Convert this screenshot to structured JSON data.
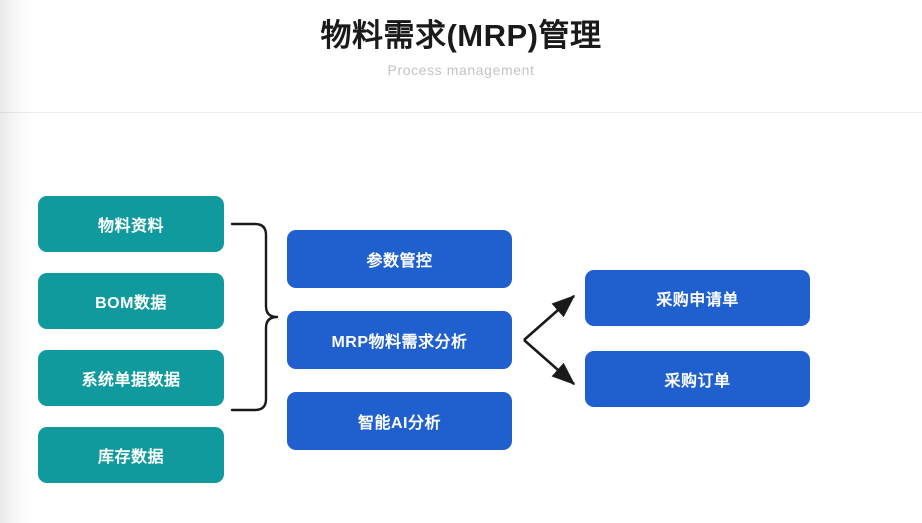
{
  "header": {
    "title": "物料需求(MRP)管理",
    "subtitle": "Process management"
  },
  "colors": {
    "teal": "#109a9e",
    "blue": "#1f5fce",
    "title_text": "#1a1a1a",
    "subtitle_text": "#c3c3c3",
    "divider": "#ececec",
    "connector": "#1a1a1a",
    "node_text": "#ffffff",
    "background": "#ffffff"
  },
  "diagram": {
    "type": "process-flow",
    "inputs": {
      "group_label": "",
      "items": [
        {
          "label": "物料资料"
        },
        {
          "label": "BOM数据"
        },
        {
          "label": "系统单据数据"
        },
        {
          "label": "库存数据"
        }
      ]
    },
    "process": {
      "items": [
        {
          "label": "参数管控"
        },
        {
          "label": "MRP物料需求分析"
        },
        {
          "label": "智能AI分析"
        }
      ]
    },
    "outputs": {
      "items": [
        {
          "label": "采购申请单"
        },
        {
          "label": "采购订单"
        }
      ]
    },
    "connectors": [
      {
        "name": "input-group-brace",
        "kind": "curly-brace",
        "from": "inputs",
        "to": "process"
      },
      {
        "name": "branch-arrow-to-purchase-request",
        "kind": "arrow",
        "from": "MRP物料需求分析",
        "to": "采购申请单"
      },
      {
        "name": "branch-arrow-to-purchase-order",
        "kind": "arrow",
        "from": "MRP物料需求分析",
        "to": "采购订单"
      }
    ]
  }
}
